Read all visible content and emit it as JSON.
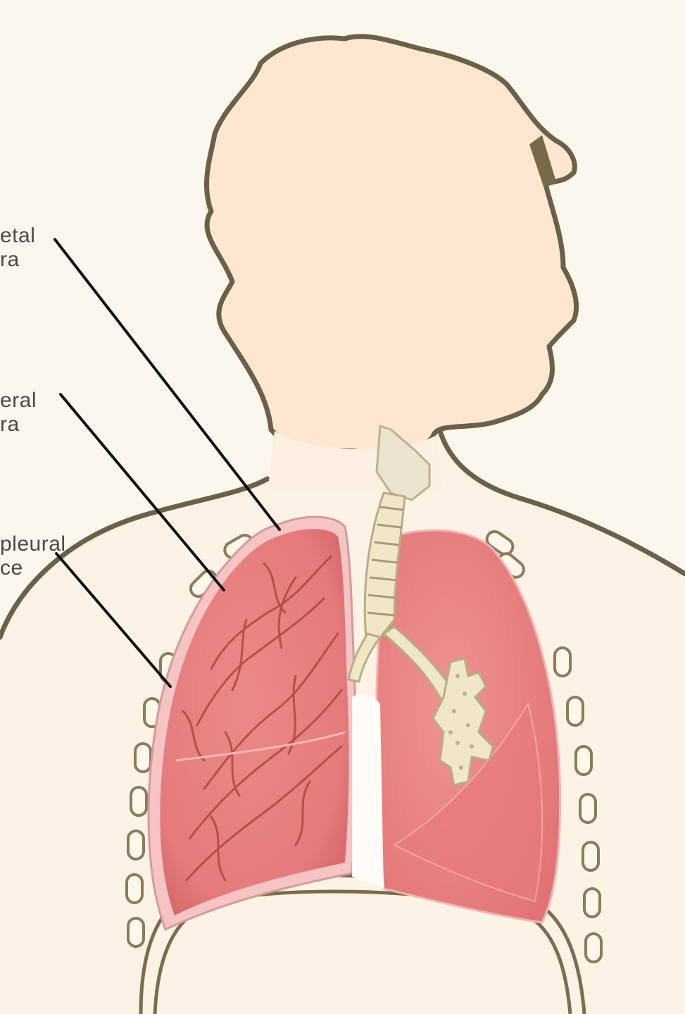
{
  "labels": {
    "parietal": "etal\nra",
    "visceral": "eral\nra",
    "space": "pleural\nce"
  },
  "colors": {
    "background": "#fbf6ee",
    "skin": "#fbe5d2",
    "outline": "#6b6148",
    "lung": "#e57b7b",
    "lung_light": "#f0a3a0",
    "pleura": "#f6c7c7",
    "airway": "#efe7c8",
    "vessel": "#a9433f",
    "leader": "#111111"
  }
}
